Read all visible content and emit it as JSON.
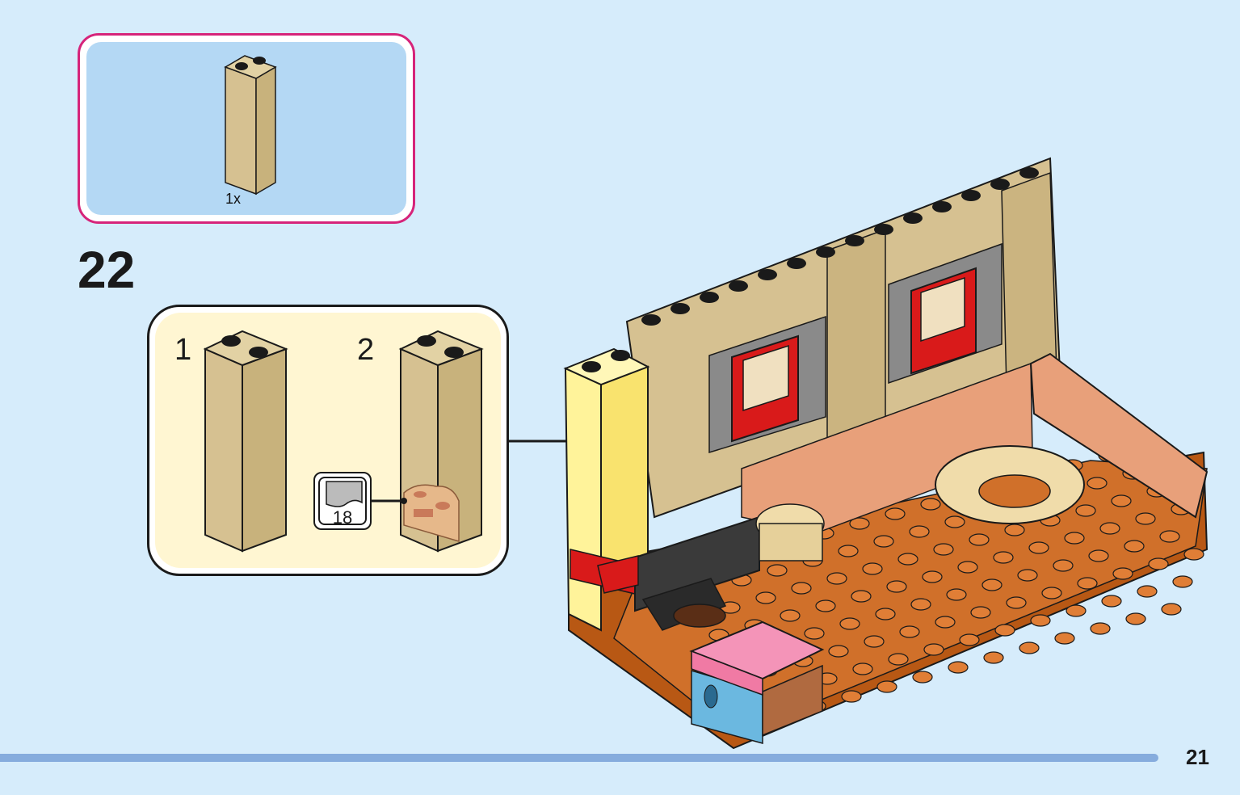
{
  "parts_list": {
    "items": [
      {
        "part_icon": "tan-brick-1x2x5-icon",
        "quantity": "1x"
      }
    ]
  },
  "step": {
    "number": "22",
    "substeps": [
      {
        "label": "1"
      },
      {
        "label": "2"
      }
    ],
    "sticker": {
      "number": "18"
    }
  },
  "footer": {
    "page_number": "21"
  },
  "colors": {
    "parts_border": "#d6247a",
    "parts_background": "#b4d8f4",
    "substep_background": "#fff6d2",
    "page_background": "#d6ecfb",
    "footer_bar": "#86acdd",
    "tan": "#d4bf8a",
    "baseplate": "#c8641e",
    "red": "#d91a1a"
  }
}
